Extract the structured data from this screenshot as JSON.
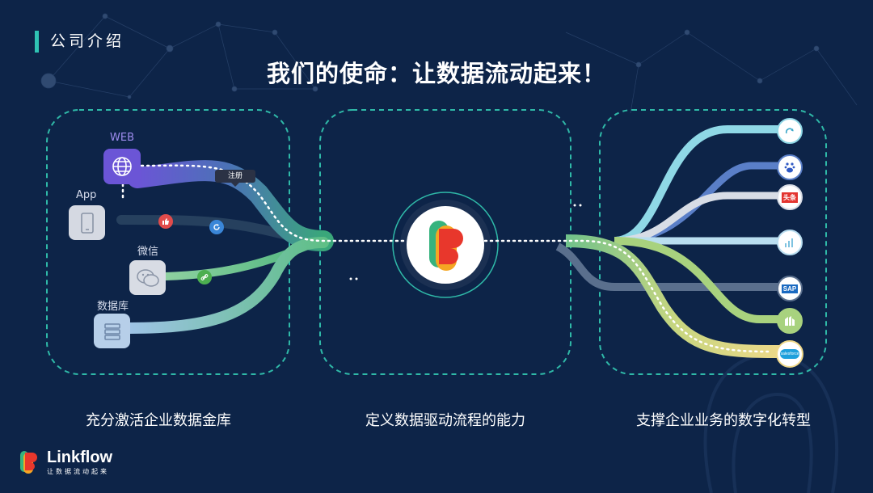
{
  "header": {
    "section": "公司介绍",
    "title": "我们的使命：让数据流动起来！"
  },
  "sources": [
    {
      "label": "WEB",
      "icon": "globe-icon"
    },
    {
      "label": "App",
      "icon": "phone-icon"
    },
    {
      "label": "微信",
      "icon": "wechat-icon"
    },
    {
      "label": "数据库",
      "icon": "database-icon"
    }
  ],
  "tooltip": "注册",
  "destinations": [
    {
      "icon": "cloud-sync-icon",
      "color": "#8fd8e6"
    },
    {
      "icon": "baidu-icon",
      "color": "#5a7fc8"
    },
    {
      "icon": "toutiao-icon",
      "color": "#e8e8e8",
      "text": "头条"
    },
    {
      "icon": "bar-chart-icon",
      "color": "#b9def0"
    },
    {
      "icon": "sap-icon",
      "color": "#eaf0f8",
      "text": "SAP"
    },
    {
      "icon": "marketo-icon",
      "color": "#a8d27e"
    },
    {
      "icon": "salesforce-icon",
      "color": "#f1d884",
      "text": "salesforce"
    }
  ],
  "captions": {
    "left": "充分激活企业数据金库",
    "middle": "定义数据驱动流程的能力",
    "right": "支撑企业业务的数字化转型"
  },
  "brand": {
    "name": "Linkflow",
    "slogan": "让数据流动起来"
  }
}
